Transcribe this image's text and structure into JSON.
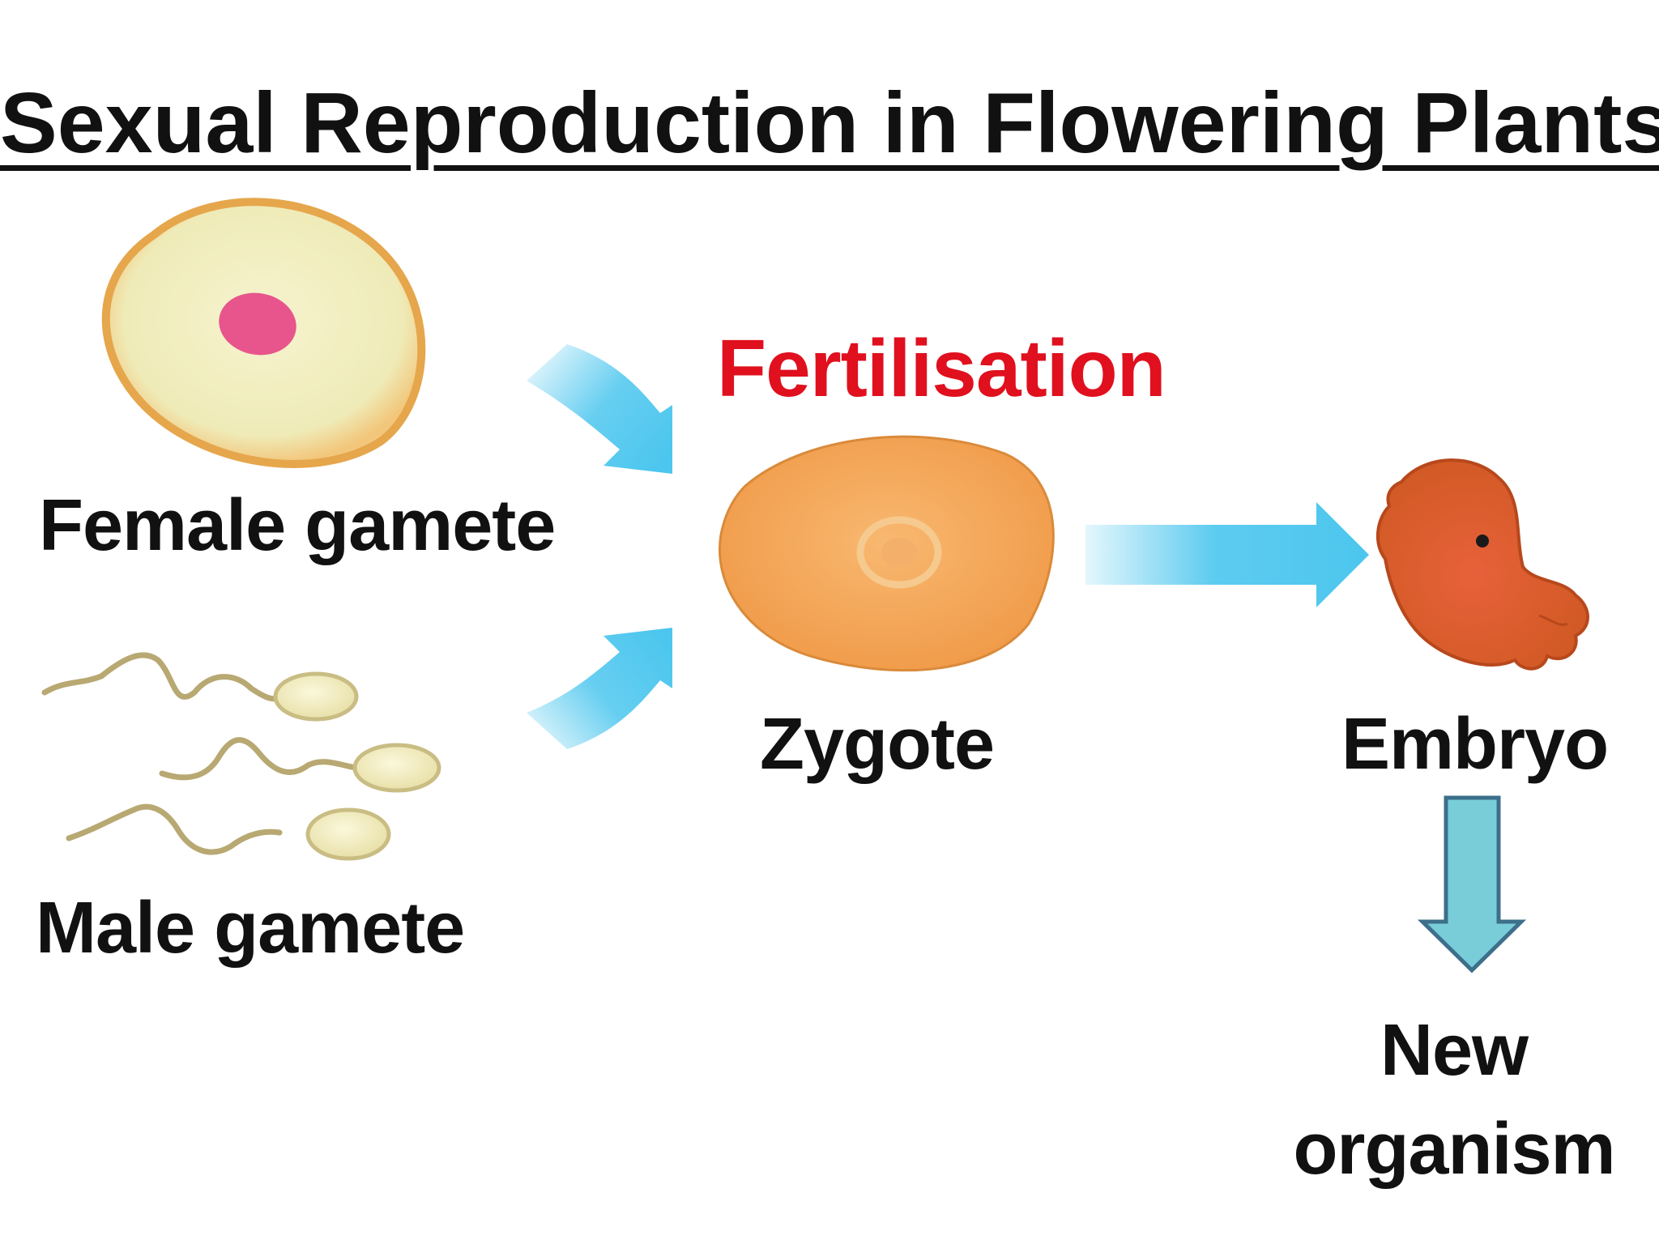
{
  "title": "Sexual Reproduction in Flowering Plants",
  "labels": {
    "female_gamete": "Female gamete",
    "male_gamete": "Male gamete",
    "fertilisation": "Fertilisation",
    "zygote": "Zygote",
    "embryo": "Embryo",
    "new_organism": "New organism"
  },
  "colors": {
    "flow_arrow": "#4cc6ee",
    "down_arrow": "#78cdd9",
    "fertilisation_text": "#e0101e",
    "egg_cytoplasm": "#f4f0c4",
    "egg_nucleus": "#e8558c",
    "zygote": "#f4a655",
    "embryo": "#d8632a"
  },
  "icons": [
    "egg-cell-icon",
    "sperm-cell-icon",
    "zygote-cell-icon",
    "embryo-icon"
  ]
}
